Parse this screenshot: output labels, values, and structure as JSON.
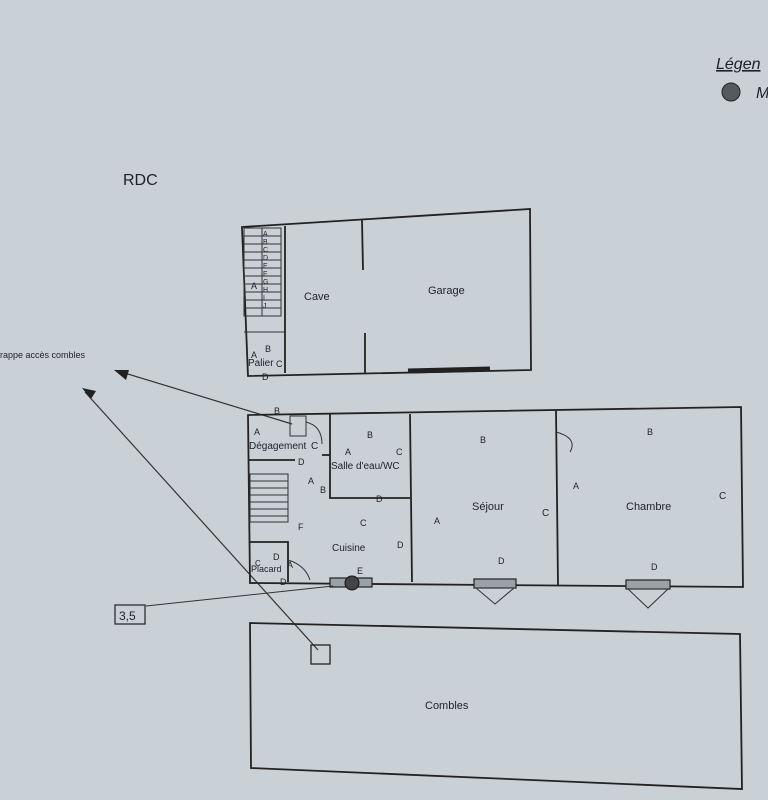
{
  "legend": {
    "title": "Légen",
    "item_text": "M"
  },
  "level_title": "RDC",
  "trap_label": "rappe accès combles",
  "measure_box": "3,5",
  "rooms": {
    "cave": "Cave",
    "garage": "Garage",
    "palier": "Palier",
    "degagement": "Dégagement",
    "salle_eau": "Salle d'eau/WC",
    "sejour": "Séjour",
    "chambre": "Chambre",
    "cuisine": "Cuisine",
    "placard": "Placard",
    "combles": "Combles"
  },
  "wall_marks": {
    "A": "A",
    "B": "B",
    "C": "C",
    "D": "D",
    "E": "E",
    "F": "F"
  },
  "stair_marks": [
    "A",
    "B",
    "C",
    "D",
    "E",
    "F",
    "G",
    "H",
    "I",
    "J"
  ],
  "colors": {
    "paper": "#c9d0d6",
    "ink": "#1e2226",
    "legend_dot": "#555a5e"
  }
}
